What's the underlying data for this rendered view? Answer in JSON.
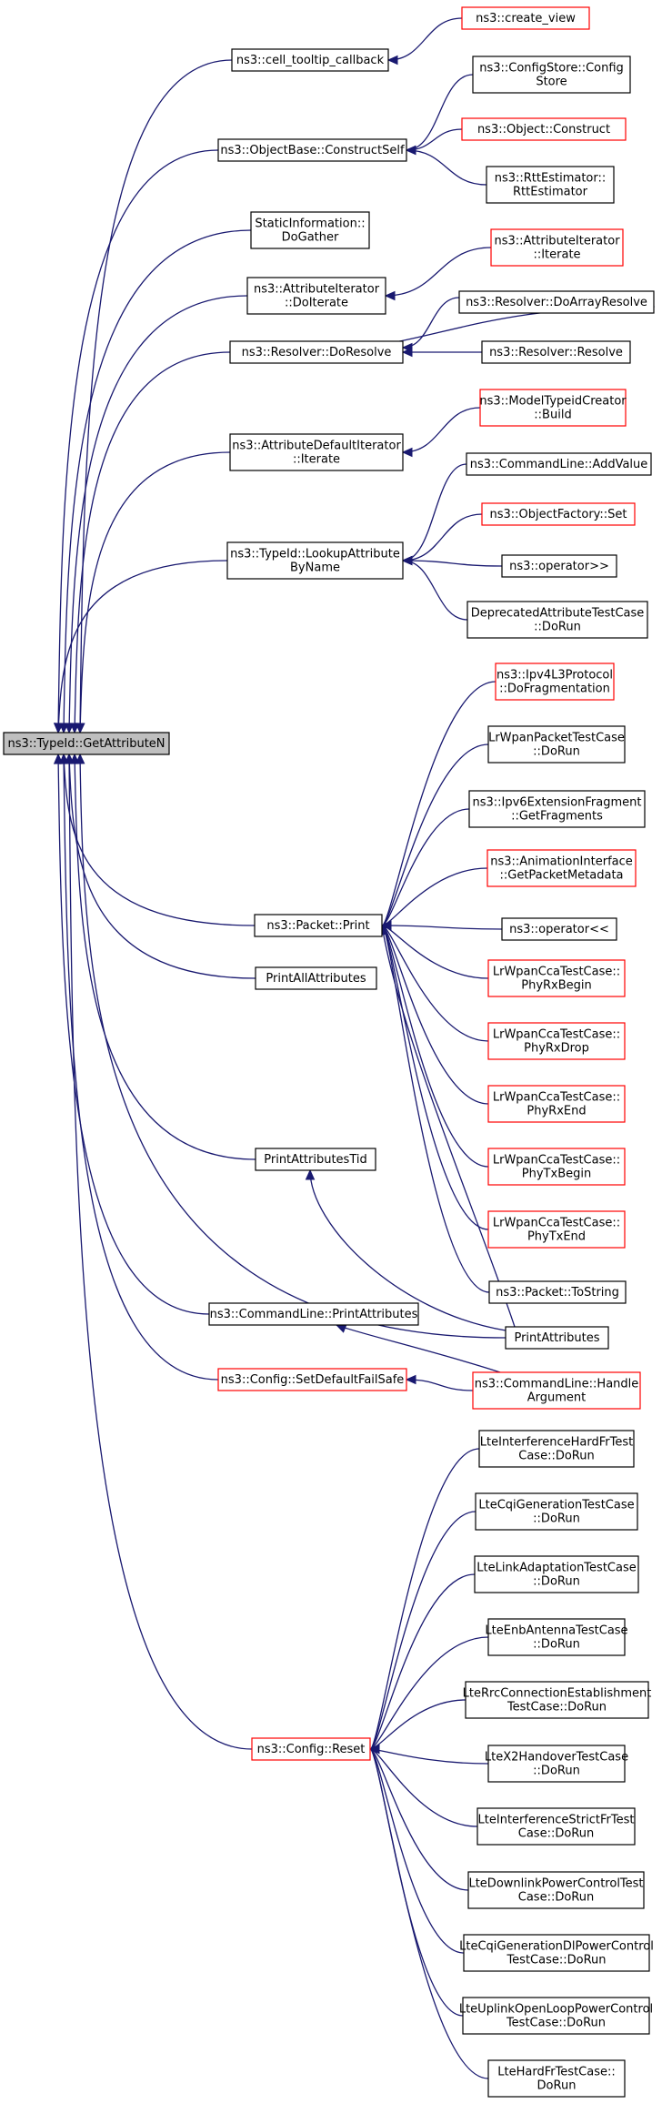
{
  "diagram": {
    "type": "call-graph",
    "colors": {
      "edge": "#191970",
      "border_default": "#000000",
      "border_truncated": "#ff0000",
      "root_fill": "#bfbfbf",
      "node_fill": "#ffffff"
    },
    "root": "ns3::TypeId::GetAttributeN",
    "nodes": [
      {
        "id": "root",
        "lines": [
          "ns3::TypeId::GetAttributeN"
        ],
        "style": "root"
      },
      {
        "id": "tooltip",
        "lines": [
          "ns3::cell_tooltip_callback"
        ],
        "style": "normal"
      },
      {
        "id": "create_view",
        "lines": [
          "ns3::create_view"
        ],
        "style": "truncated"
      },
      {
        "id": "construct_self",
        "lines": [
          "ns3::ObjectBase::ConstructSelf"
        ],
        "style": "normal"
      },
      {
        "id": "configstore",
        "lines": [
          "ns3::ConfigStore::Config",
          "Store"
        ],
        "style": "normal"
      },
      {
        "id": "object_construct",
        "lines": [
          "ns3::Object::Construct"
        ],
        "style": "truncated"
      },
      {
        "id": "rtt",
        "lines": [
          "ns3::RttEstimator::",
          "RttEstimator"
        ],
        "style": "normal"
      },
      {
        "id": "staticinfo",
        "lines": [
          "StaticInformation::",
          "DoGather"
        ],
        "style": "normal"
      },
      {
        "id": "attr_doiterate",
        "lines": [
          "ns3::AttributeIterator",
          "::DoIterate"
        ],
        "style": "normal"
      },
      {
        "id": "attr_iterate",
        "lines": [
          "ns3::AttributeIterator",
          "::Iterate"
        ],
        "style": "truncated"
      },
      {
        "id": "resolver_doresolve",
        "lines": [
          "ns3::Resolver::DoResolve"
        ],
        "style": "normal"
      },
      {
        "id": "resolver_doarray",
        "lines": [
          "ns3::Resolver::DoArrayResolve"
        ],
        "style": "normal"
      },
      {
        "id": "resolver_resolve",
        "lines": [
          "ns3::Resolver::Resolve"
        ],
        "style": "normal"
      },
      {
        "id": "attrdefault_iterate",
        "lines": [
          "ns3::AttributeDefaultIterator",
          "::Iterate"
        ],
        "style": "normal"
      },
      {
        "id": "modeltypeid",
        "lines": [
          "ns3::ModelTypeidCreator",
          "::Build"
        ],
        "style": "truncated"
      },
      {
        "id": "lookupattr",
        "lines": [
          "ns3::TypeId::LookupAttribute",
          "ByName"
        ],
        "style": "normal"
      },
      {
        "id": "cmdline_addvalue",
        "lines": [
          "ns3::CommandLine::AddValue"
        ],
        "style": "normal"
      },
      {
        "id": "objectfactory_set",
        "lines": [
          "ns3::ObjectFactory::Set"
        ],
        "style": "truncated"
      },
      {
        "id": "operator_rr",
        "lines": [
          "ns3::operator>>"
        ],
        "style": "normal"
      },
      {
        "id": "deprecated",
        "lines": [
          "DeprecatedAttributeTestCase",
          "::DoRun"
        ],
        "style": "normal"
      },
      {
        "id": "ipv4frag",
        "lines": [
          "ns3::Ipv4L3Protocol",
          "::DoFragmentation"
        ],
        "style": "truncated"
      },
      {
        "id": "lrwpanpacket",
        "lines": [
          "LrWpanPacketTestCase",
          "::DoRun"
        ],
        "style": "normal"
      },
      {
        "id": "ipv6frag",
        "lines": [
          "ns3::Ipv6ExtensionFragment",
          "::GetFragments"
        ],
        "style": "normal"
      },
      {
        "id": "animation",
        "lines": [
          "ns3::AnimationInterface",
          "::GetPacketMetadata"
        ],
        "style": "truncated"
      },
      {
        "id": "packet_print",
        "lines": [
          "ns3::Packet::Print"
        ],
        "style": "normal"
      },
      {
        "id": "operator_ll",
        "lines": [
          "ns3::operator<<"
        ],
        "style": "normal"
      },
      {
        "id": "cca_rxbegin",
        "lines": [
          "LrWpanCcaTestCase::",
          "PhyRxBegin"
        ],
        "style": "truncated"
      },
      {
        "id": "cca_rxdrop",
        "lines": [
          "LrWpanCcaTestCase::",
          "PhyRxDrop"
        ],
        "style": "truncated"
      },
      {
        "id": "cca_rxend",
        "lines": [
          "LrWpanCcaTestCase::",
          "PhyRxEnd"
        ],
        "style": "truncated"
      },
      {
        "id": "cca_txbegin",
        "lines": [
          "LrWpanCcaTestCase::",
          "PhyTxBegin"
        ],
        "style": "truncated"
      },
      {
        "id": "cca_txend",
        "lines": [
          "LrWpanCcaTestCase::",
          "PhyTxEnd"
        ],
        "style": "truncated"
      },
      {
        "id": "printallattributes",
        "lines": [
          "PrintAllAttributes"
        ],
        "style": "normal"
      },
      {
        "id": "packet_tostring",
        "lines": [
          "ns3::Packet::ToString"
        ],
        "style": "normal"
      },
      {
        "id": "printattributestid",
        "lines": [
          "PrintAttributesTid"
        ],
        "style": "normal"
      },
      {
        "id": "printattributes",
        "lines": [
          "PrintAttributes"
        ],
        "style": "normal"
      },
      {
        "id": "cmdline_printattributes",
        "lines": [
          "ns3::CommandLine::PrintAttributes"
        ],
        "style": "normal"
      },
      {
        "id": "config_setdefaultfailsafe",
        "lines": [
          "ns3::Config::SetDefaultFailSafe"
        ],
        "style": "truncated"
      },
      {
        "id": "cmdline_handlearg",
        "lines": [
          "ns3::CommandLine::Handle",
          "Argument"
        ],
        "style": "truncated"
      },
      {
        "id": "config_reset",
        "lines": [
          "ns3::Config::Reset"
        ],
        "style": "truncated"
      },
      {
        "id": "lte_hardfr_interf",
        "lines": [
          "LteInterferenceHardFrTest",
          "Case::DoRun"
        ],
        "style": "normal"
      },
      {
        "id": "lte_cqigen",
        "lines": [
          "LteCqiGenerationTestCase",
          "::DoRun"
        ],
        "style": "normal"
      },
      {
        "id": "lte_linkadapt",
        "lines": [
          "LteLinkAdaptationTestCase",
          "::DoRun"
        ],
        "style": "normal"
      },
      {
        "id": "lte_enbantenna",
        "lines": [
          "LteEnbAntennaTestCase",
          "::DoRun"
        ],
        "style": "normal"
      },
      {
        "id": "lte_rrc",
        "lines": [
          "LteRrcConnectionEstablishment",
          "TestCase::DoRun"
        ],
        "style": "normal"
      },
      {
        "id": "lte_x2",
        "lines": [
          "LteX2HandoverTestCase",
          "::DoRun"
        ],
        "style": "normal"
      },
      {
        "id": "lte_strictfr",
        "lines": [
          "LteInterferenceStrictFrTest",
          "Case::DoRun"
        ],
        "style": "normal"
      },
      {
        "id": "lte_dlpower",
        "lines": [
          "LteDownlinkPowerControlTest",
          "Case::DoRun"
        ],
        "style": "normal"
      },
      {
        "id": "lte_cqidlpower",
        "lines": [
          "LteCqiGenerationDlPowerControl",
          "TestCase::DoRun"
        ],
        "style": "normal"
      },
      {
        "id": "lte_uplinkpower",
        "lines": [
          "LteUplinkOpenLoopPowerControl",
          "TestCase::DoRun"
        ],
        "style": "normal"
      },
      {
        "id": "lte_hardfr",
        "lines": [
          "LteHardFrTestCase::",
          "DoRun"
        ],
        "style": "normal"
      }
    ],
    "edges": [
      [
        "tooltip",
        "create_view"
      ],
      [
        "construct_self",
        "configstore"
      ],
      [
        "construct_self",
        "object_construct"
      ],
      [
        "construct_self",
        "rtt"
      ],
      [
        "attr_doiterate",
        "attr_iterate"
      ],
      [
        "resolver_doresolve",
        "resolver_doarray"
      ],
      [
        "resolver_doarray",
        "resolver_doresolve"
      ],
      [
        "resolver_doresolve",
        "resolver_resolve"
      ],
      [
        "attrdefault_iterate",
        "modeltypeid"
      ],
      [
        "lookupattr",
        "cmdline_addvalue"
      ],
      [
        "lookupattr",
        "objectfactory_set"
      ],
      [
        "lookupattr",
        "operator_rr"
      ],
      [
        "lookupattr",
        "deprecated"
      ],
      [
        "packet_print",
        "ipv4frag"
      ],
      [
        "packet_print",
        "lrwpanpacket"
      ],
      [
        "packet_print",
        "ipv6frag"
      ],
      [
        "packet_print",
        "animation"
      ],
      [
        "packet_print",
        "operator_ll"
      ],
      [
        "packet_print",
        "cca_rxbegin"
      ],
      [
        "packet_print",
        "cca_rxdrop"
      ],
      [
        "packet_print",
        "cca_rxend"
      ],
      [
        "packet_print",
        "cca_txbegin"
      ],
      [
        "packet_print",
        "cca_txend"
      ],
      [
        "packet_print",
        "packet_tostring"
      ],
      [
        "packet_print",
        "printattributes"
      ],
      [
        "printattributestid",
        "printattributes"
      ],
      [
        "cmdline_printattributes",
        "cmdline_handlearg"
      ],
      [
        "config_setdefaultfailsafe",
        "cmdline_handlearg"
      ],
      [
        "config_reset",
        "lte_hardfr_interf"
      ],
      [
        "config_reset",
        "lte_cqigen"
      ],
      [
        "config_reset",
        "lte_linkadapt"
      ],
      [
        "config_reset",
        "lte_enbantenna"
      ],
      [
        "config_reset",
        "lte_rrc"
      ],
      [
        "config_reset",
        "lte_x2"
      ],
      [
        "config_reset",
        "lte_strictfr"
      ],
      [
        "config_reset",
        "lte_dlpower"
      ],
      [
        "config_reset",
        "lte_cqidlpower"
      ],
      [
        "config_reset",
        "lte_uplinkpower"
      ],
      [
        "config_reset",
        "lte_hardfr"
      ],
      [
        "root",
        "tooltip"
      ],
      [
        "root",
        "construct_self"
      ],
      [
        "root",
        "staticinfo"
      ],
      [
        "root",
        "attr_doiterate"
      ],
      [
        "root",
        "resolver_doresolve"
      ],
      [
        "root",
        "attrdefault_iterate"
      ],
      [
        "root",
        "lookupattr"
      ],
      [
        "root",
        "packet_print"
      ],
      [
        "root",
        "printallattributes"
      ],
      [
        "root",
        "printattributestid"
      ],
      [
        "root",
        "printattributes"
      ],
      [
        "root",
        "cmdline_printattributes"
      ],
      [
        "root",
        "config_setdefaultfailsafe"
      ],
      [
        "root",
        "config_reset"
      ]
    ]
  }
}
